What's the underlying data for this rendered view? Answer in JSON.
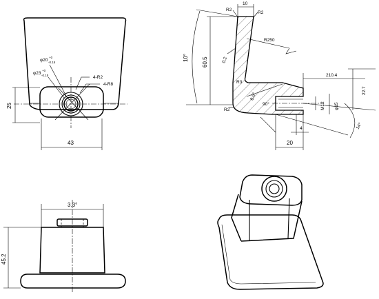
{
  "front_view": {
    "dim_phi20": "φ20",
    "dim_phi20_tol_upper": "+0",
    "dim_phi20_tol_lower": "-0.15",
    "dim_phi23": "φ23",
    "dim_phi23_tol_upper": "+0",
    "dim_phi23_tol_lower": "-0.15",
    "dim_4r2": "4-R2",
    "dim_4r8": "4-R8",
    "dim_25": "25",
    "dim_43": "43"
  },
  "section_view": {
    "dim_r2_left": "R2",
    "dim_10": "10",
    "dim_r2_right": "R2",
    "dim_10deg": "10°",
    "dim_60_5": "60.5",
    "dim_0_2": "0.2",
    "dim_r250": "R250",
    "dim_210_4": "210.4",
    "dim_22_7": "22.7",
    "dim_r3": "R3",
    "dim_8_6deg": "8.6°",
    "dim_90deg": "90°",
    "dim_m12": "M12",
    "dim_phi15": "φ15",
    "dim_r2_bottom": "R2",
    "dim_4": "4",
    "dim_14deg": "14°",
    "dim_20": "20"
  },
  "side_view": {
    "dim_3_3deg": "3.3°",
    "dim_45_2": "45.2"
  }
}
